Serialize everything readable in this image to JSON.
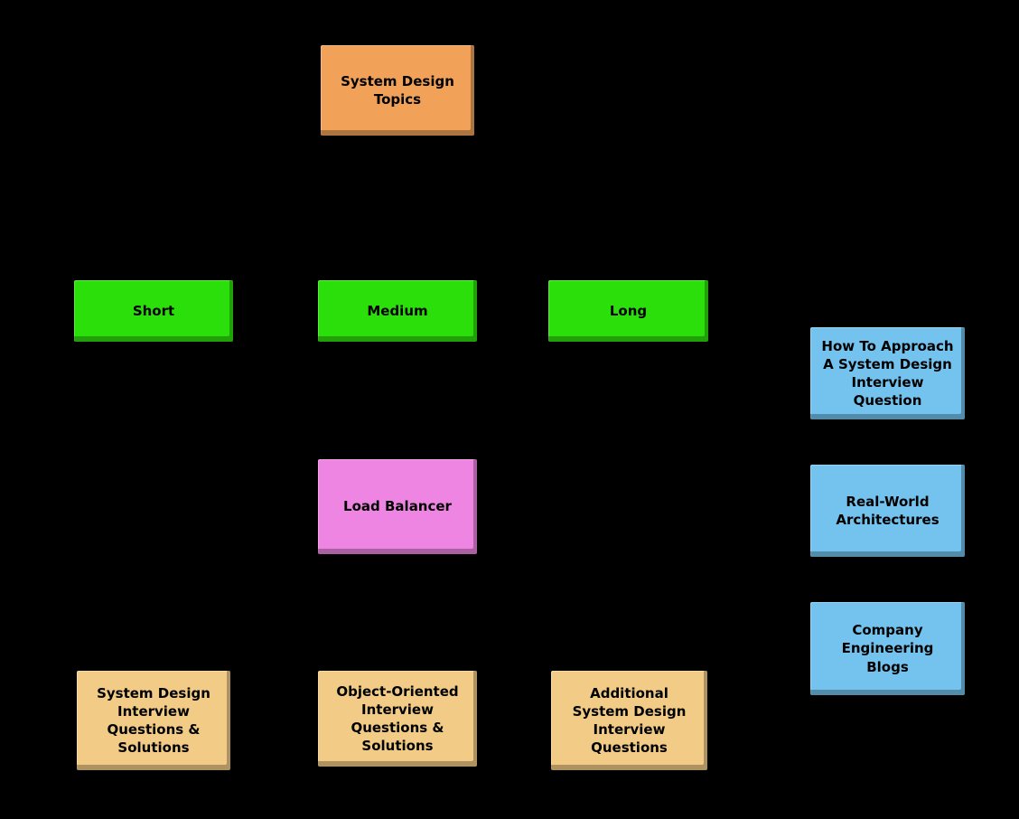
{
  "diagram": {
    "title": "System Design Topics mind map",
    "background_color": "#000000",
    "colors": {
      "root_orange": "#F2A159",
      "depth_green": "#2BE00A",
      "component_pink": "#EE85E2",
      "resource_blue": "#73C3EE",
      "question_tan": "#F2CC86",
      "text": "#000000"
    },
    "nodes": [
      {
        "id": "root",
        "label": "System Design\nTopics",
        "color": "#F2A159"
      },
      {
        "id": "short",
        "label": "Short",
        "color": "#2BE00A"
      },
      {
        "id": "medium",
        "label": "Medium",
        "color": "#2BE00A"
      },
      {
        "id": "long",
        "label": "Long",
        "color": "#2BE00A"
      },
      {
        "id": "load-balancer",
        "label": "Load Balancer",
        "color": "#EE85E2"
      },
      {
        "id": "how-to-approach",
        "label": "How To Approach\nA System Design\nInterview\nQuestion",
        "color": "#73C3EE"
      },
      {
        "id": "real-world-architectures",
        "label": "Real-World\nArchitectures",
        "color": "#73C3EE"
      },
      {
        "id": "company-engineering-blogs",
        "label": "Company\nEngineering\nBlogs",
        "color": "#73C3EE"
      },
      {
        "id": "system-design-interview-questions",
        "label": "System Design\nInterview\nQuestions &\nSolutions",
        "color": "#F2CC86"
      },
      {
        "id": "object-oriented-interview-questions",
        "label": "Object-Oriented\nInterview\nQuestions &\nSolutions",
        "color": "#F2CC86"
      },
      {
        "id": "additional-system-design-questions",
        "label": "Additional\nSystem Design\nInterview\nQuestions",
        "color": "#F2CC86"
      }
    ]
  }
}
